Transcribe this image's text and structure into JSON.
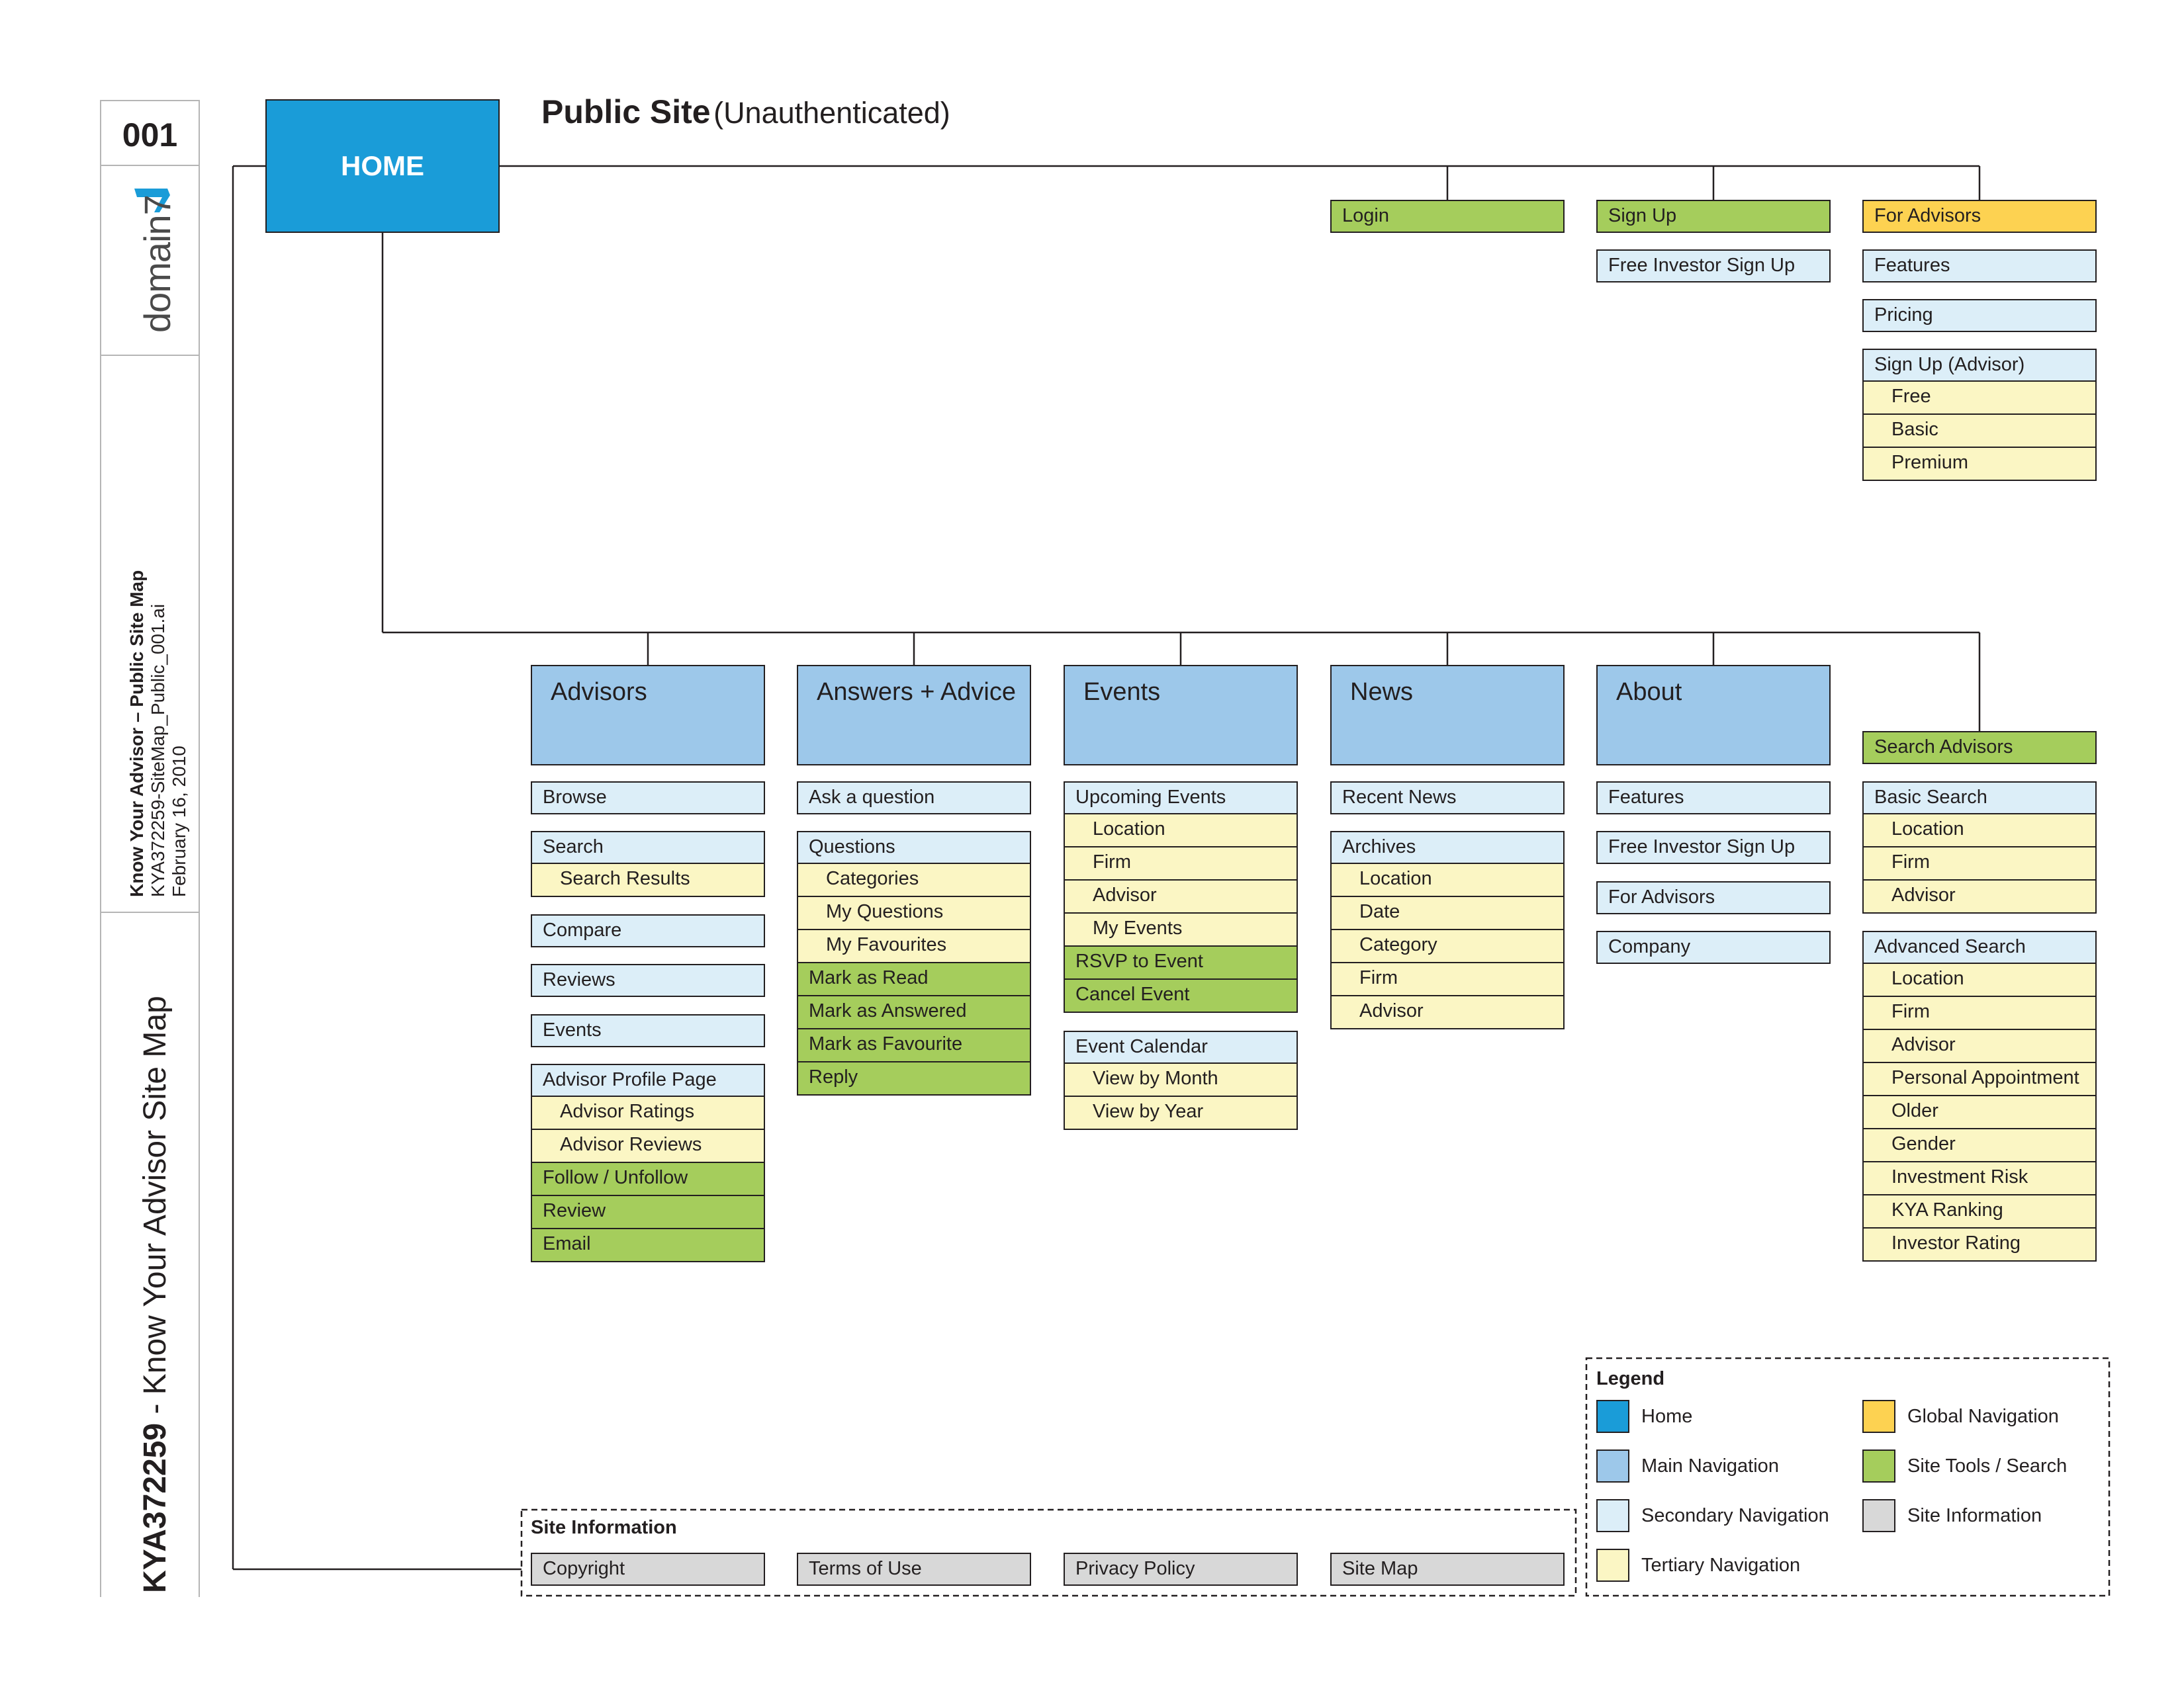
{
  "sheet": {
    "number": "001",
    "logo_text": "domain7"
  },
  "title_block": {
    "project_line": "Know Your Advisor – Public Site Map",
    "file_line": "KYA372259-SiteMap_Public_001.ai",
    "date_line": "February 16, 2010",
    "big_title_bold": "KYA372259",
    "big_title_rest": " - Know Your Advisor Site Map"
  },
  "page_heading": {
    "main": "Public Site",
    "sub": "(Unauthenticated)"
  },
  "home": {
    "label": "HOME"
  },
  "global": {
    "login": "Login",
    "signup": "Sign Up",
    "free_investor_signup": "Free Investor Sign Up",
    "for_advisors": "For Advisors",
    "features": "Features",
    "pricing": "Pricing",
    "signup_advisor": "Sign Up (Advisor)",
    "free": "Free",
    "basic": "Basic",
    "premium": "Premium"
  },
  "sections": {
    "advisors": {
      "title": "Advisors",
      "browse": "Browse",
      "search": "Search",
      "search_results": "Search Results",
      "compare": "Compare",
      "reviews": "Reviews",
      "events": "Events",
      "profile_page": "Advisor Profile Page",
      "ratings": "Advisor Ratings",
      "advisor_reviews": "Advisor Reviews",
      "follow": "Follow / Unfollow",
      "review": "Review",
      "email": "Email"
    },
    "answers": {
      "title": "Answers + Advice",
      "ask": "Ask a question",
      "questions": "Questions",
      "categories": "Categories",
      "my_questions": "My Questions",
      "my_favourites": "My Favourites",
      "mark_read": "Mark as Read",
      "mark_answered": "Mark as Answered",
      "mark_favourite": "Mark as Favourite",
      "reply": "Reply"
    },
    "events": {
      "title": "Events",
      "upcoming": "Upcoming Events",
      "location": "Location",
      "firm": "Firm",
      "advisor": "Advisor",
      "my_events": "My Events",
      "rsvp": "RSVP to Event",
      "cancel": "Cancel Event",
      "calendar": "Event Calendar",
      "by_month": "View by Month",
      "by_year": "View by Year"
    },
    "news": {
      "title": "News",
      "recent": "Recent News",
      "archives": "Archives",
      "location": "Location",
      "date": "Date",
      "category": "Category",
      "firm": "Firm",
      "advisor": "Advisor"
    },
    "about": {
      "title": "About",
      "features": "Features",
      "free_investor_signup": "Free Investor Sign Up",
      "for_advisors": "For Advisors",
      "company": "Company"
    },
    "search_advisors": {
      "title": "Search Advisors",
      "basic": "Basic Search",
      "basic_location": "Location",
      "basic_firm": "Firm",
      "basic_advisor": "Advisor",
      "advanced": "Advanced Search",
      "adv_location": "Location",
      "adv_firm": "Firm",
      "adv_advisor": "Advisor",
      "adv_appointment": "Personal Appointment",
      "adv_older": "Older",
      "adv_gender": "Gender",
      "adv_risk": "Investment Risk",
      "adv_ranking": "KYA Ranking",
      "adv_rating": "Investor Rating"
    }
  },
  "site_info": {
    "title": "Site Information",
    "copyright": "Copyright",
    "terms": "Terms of Use",
    "privacy": "Privacy Policy",
    "sitemap": "Site Map"
  },
  "legend": {
    "title": "Legend",
    "items": [
      {
        "label": "Home",
        "color": "#1a9cd8"
      },
      {
        "label": "Global Navigation",
        "color": "#fdd251"
      },
      {
        "label": "Main Navigation",
        "color": "#9dc8ea"
      },
      {
        "label": "Site Tools / Search",
        "color": "#a5cd5c"
      },
      {
        "label": "Secondary Navigation",
        "color": "#dceef8"
      },
      {
        "label": "Site Information",
        "color": "#d8d8d8"
      },
      {
        "label": "Tertiary Navigation",
        "color": "#fbf6c4"
      }
    ]
  }
}
